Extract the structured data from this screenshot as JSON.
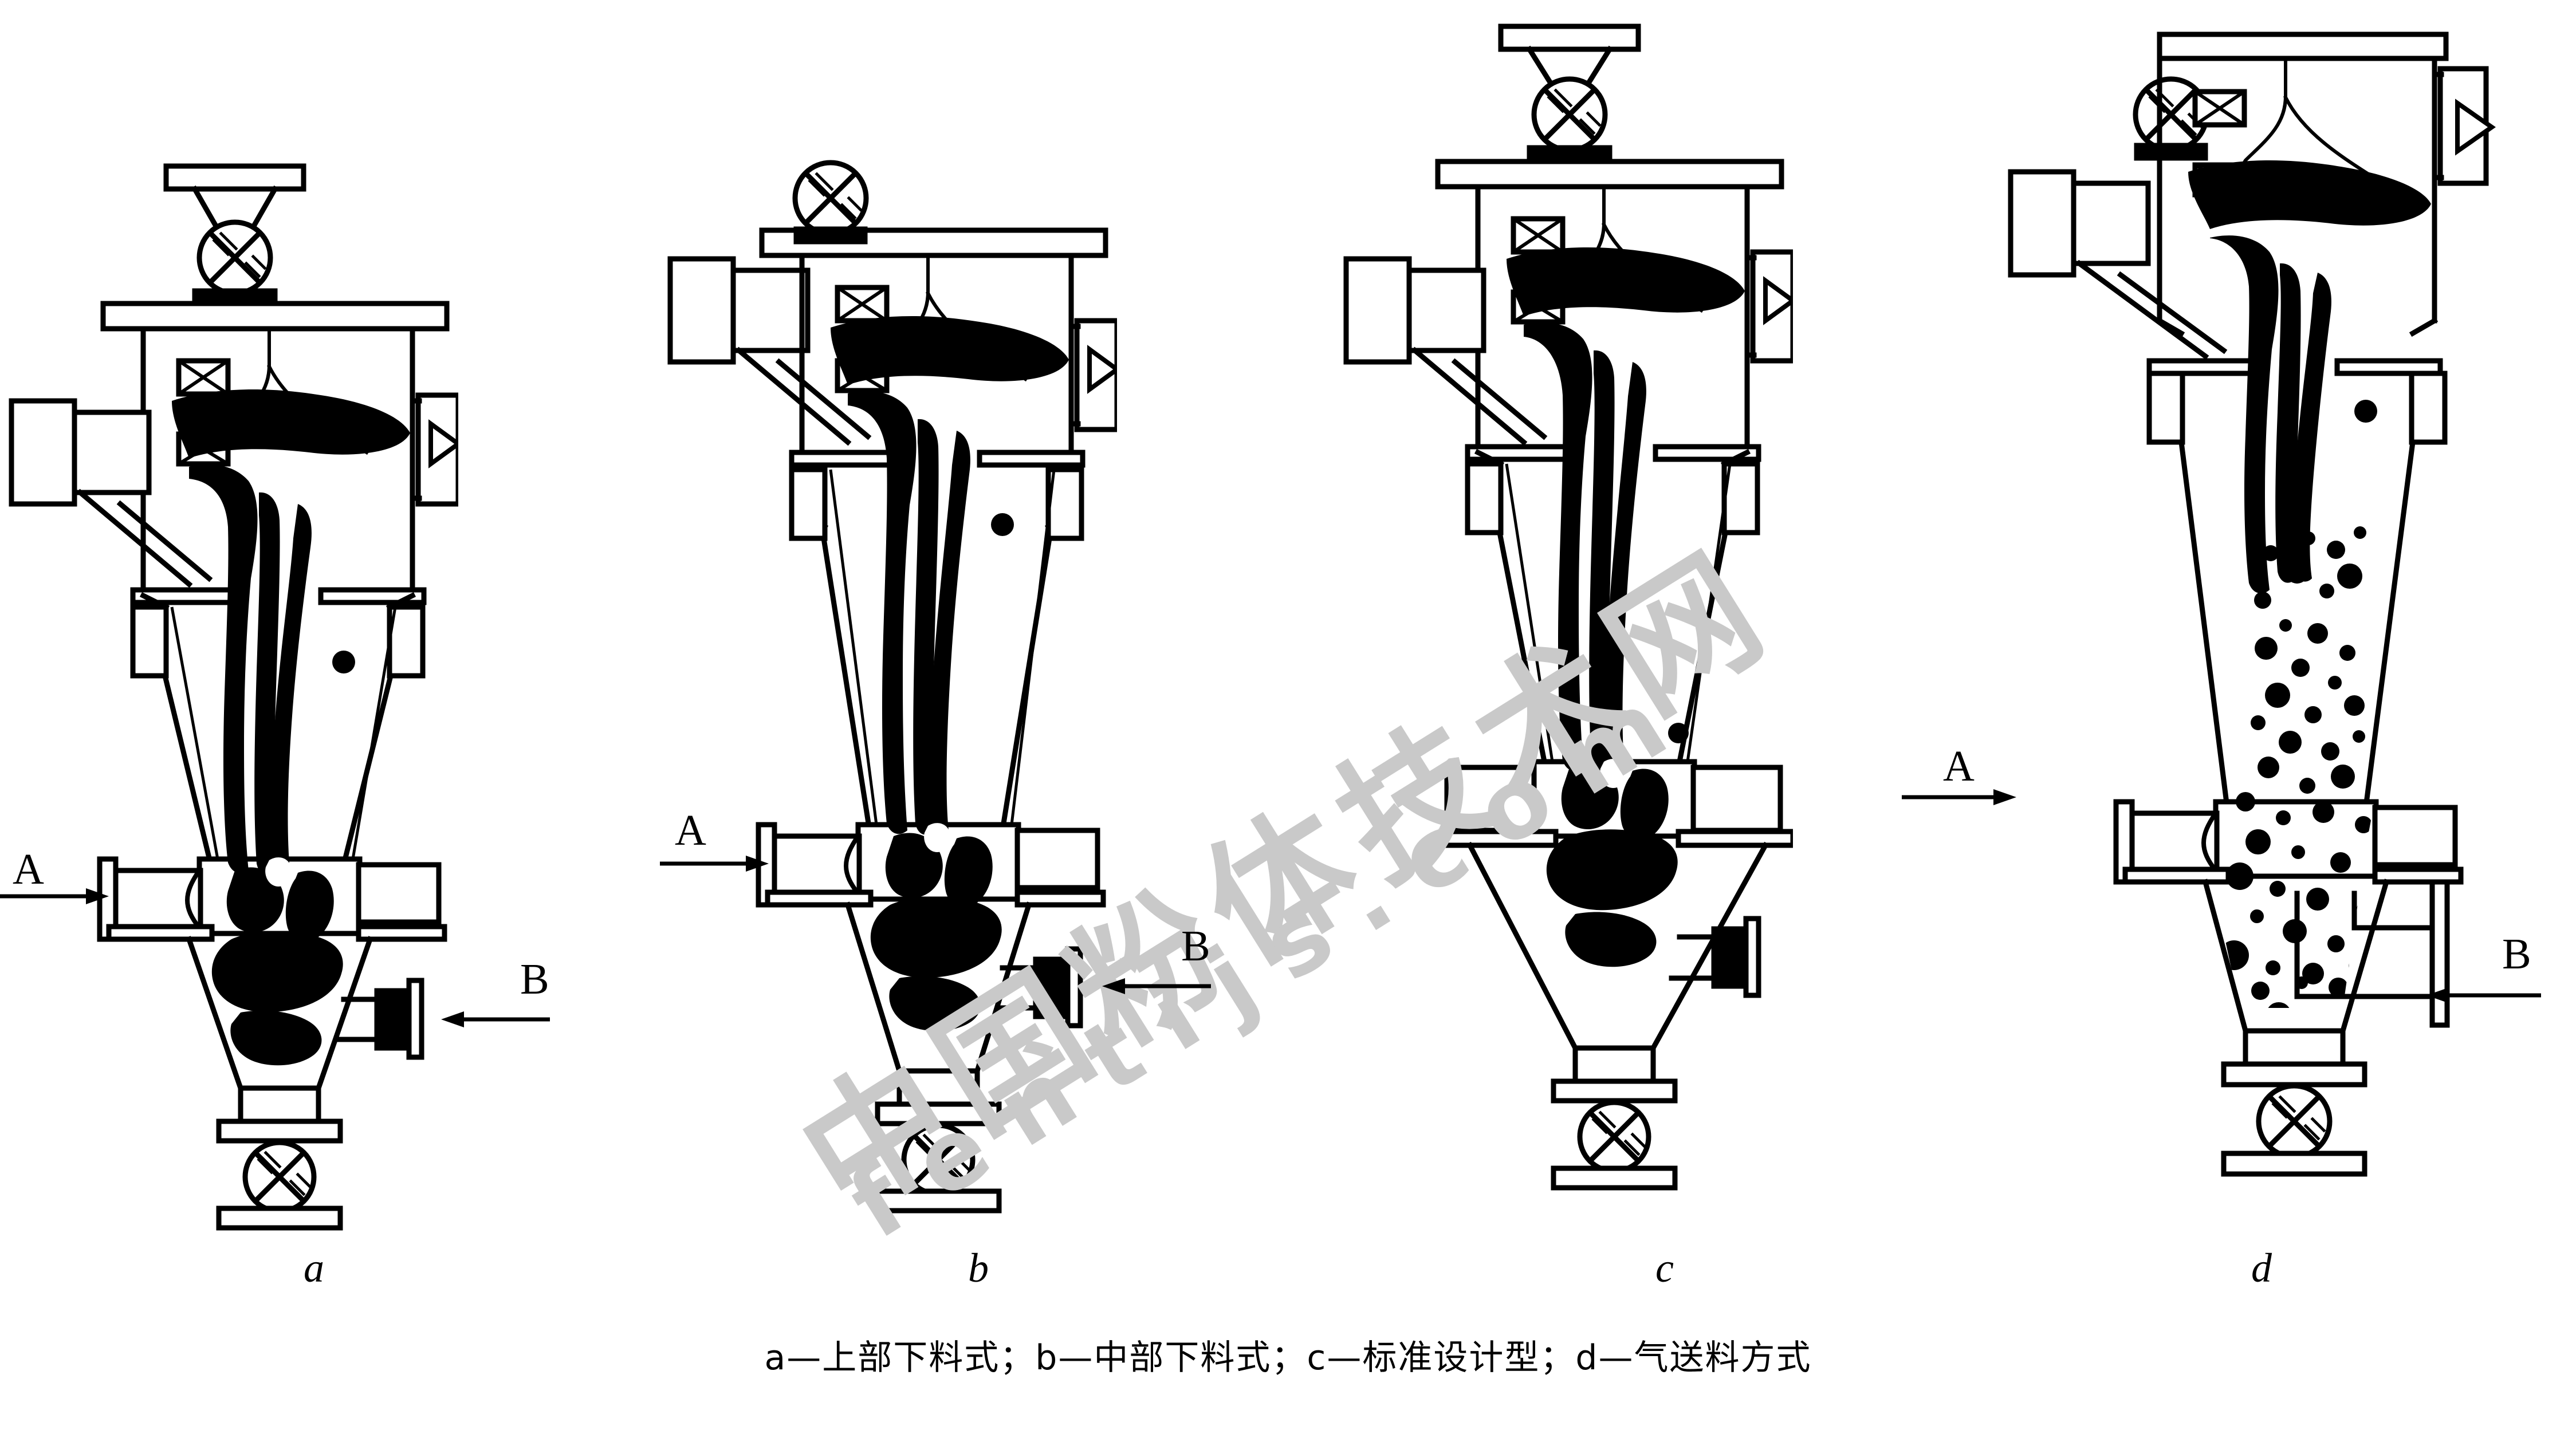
{
  "figure": {
    "kind": "engineering-line-drawing",
    "subject": "pneumatic conveying blow tank / fluidizing vessel — four feeding arrangements",
    "background_color": "#ffffff",
    "line_color": "#000000",
    "watermark_color": "#c9c9c9",
    "caption": "a—上部下料式；b—中部下料式；c—标准设计型；d—气送料方式"
  },
  "watermark": {
    "chinese": "中国粉体技术网",
    "latin": "fentijs.com"
  },
  "panels": [
    {
      "id": "a",
      "sub_label": "a",
      "title": "上部下料式",
      "inlet_label": "A",
      "inlet_arrow": "right",
      "outlet_label": "B",
      "outlet_arrow": "left",
      "top_valve": "butterfly-valve",
      "bottom_valve": "butterfly-valve",
      "fill_pattern": "streak"
    },
    {
      "id": "b",
      "sub_label": "b",
      "title": "中部下料式",
      "inlet_label": "A",
      "inlet_arrow": "right",
      "outlet_label": "B",
      "outlet_arrow": "left",
      "top_valve": "butterfly-valve",
      "bottom_valve": "butterfly-valve",
      "fill_pattern": "streak"
    },
    {
      "id": "c",
      "sub_label": "c",
      "title": "标准设计型",
      "inlet_label": "",
      "inlet_arrow": "",
      "outlet_label": "",
      "outlet_arrow": "",
      "top_valve": "butterfly-valve",
      "bottom_valve": "butterfly-valve",
      "fill_pattern": "streak"
    },
    {
      "id": "d",
      "sub_label": "d",
      "title": "气送料方式",
      "inlet_label": "A",
      "inlet_arrow": "right",
      "outlet_label": "B",
      "outlet_arrow": "left",
      "top_valve": "butterfly-valve",
      "bottom_valve": "butterfly-valve",
      "fill_pattern": "speckle"
    }
  ],
  "legend_items": [
    {
      "key": "a",
      "dash": "—",
      "text": "上部下料式",
      "sep": "；"
    },
    {
      "key": "b",
      "dash": "—",
      "text": "中部下料式",
      "sep": "；"
    },
    {
      "key": "c",
      "dash": "—",
      "text": "标准设计型",
      "sep": "；"
    },
    {
      "key": "d",
      "dash": "—",
      "text": "气送料方式",
      "sep": ""
    }
  ],
  "labels": {
    "a_inlet": "A",
    "a_outlet": "B",
    "b_inlet": "A",
    "b_outlet": "B",
    "d_inlet": "A",
    "d_outlet": "B",
    "sub_a": "a",
    "sub_b": "b",
    "sub_c": "c",
    "sub_d": "d"
  }
}
